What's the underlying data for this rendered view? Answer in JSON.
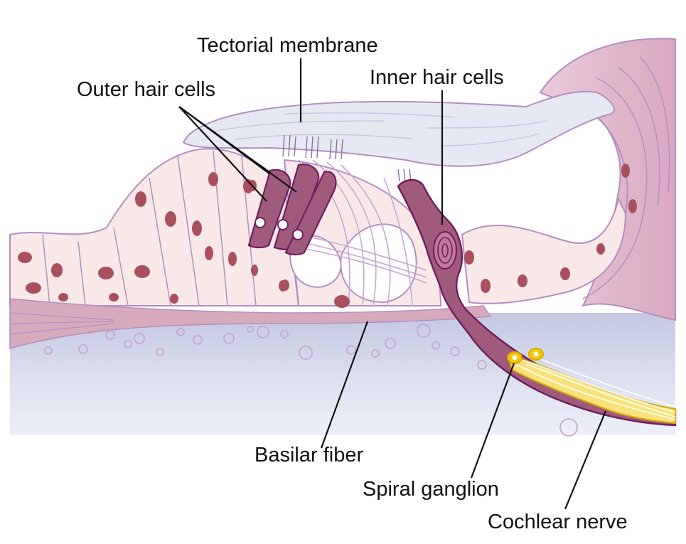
{
  "labels": {
    "tectorial_membrane": "Tectorial membrane",
    "outer_hair_cells": "Outer hair cells",
    "inner_hair_cells": "Inner hair cells",
    "basilar_fiber": "Basilar fiber",
    "spiral_ganglion": "Spiral ganglion",
    "cochlear_nerve": "Cochlear nerve"
  },
  "colors": {
    "background": "#ffffff",
    "fluid_top": "#c7cbe3",
    "fluid_bottom": "#eef0f8",
    "support_cell": "#f8e8e8",
    "cell_outline": "#b48ec2",
    "nucleus": "#a8505e",
    "hair_cell": "#a05a7c",
    "hair_cell_dark": "#6e1e60",
    "membrane": "#e6e8f2",
    "tissue": "#c996b3",
    "nerve_fiber": "#f4c900",
    "leader_line": "#111111"
  }
}
